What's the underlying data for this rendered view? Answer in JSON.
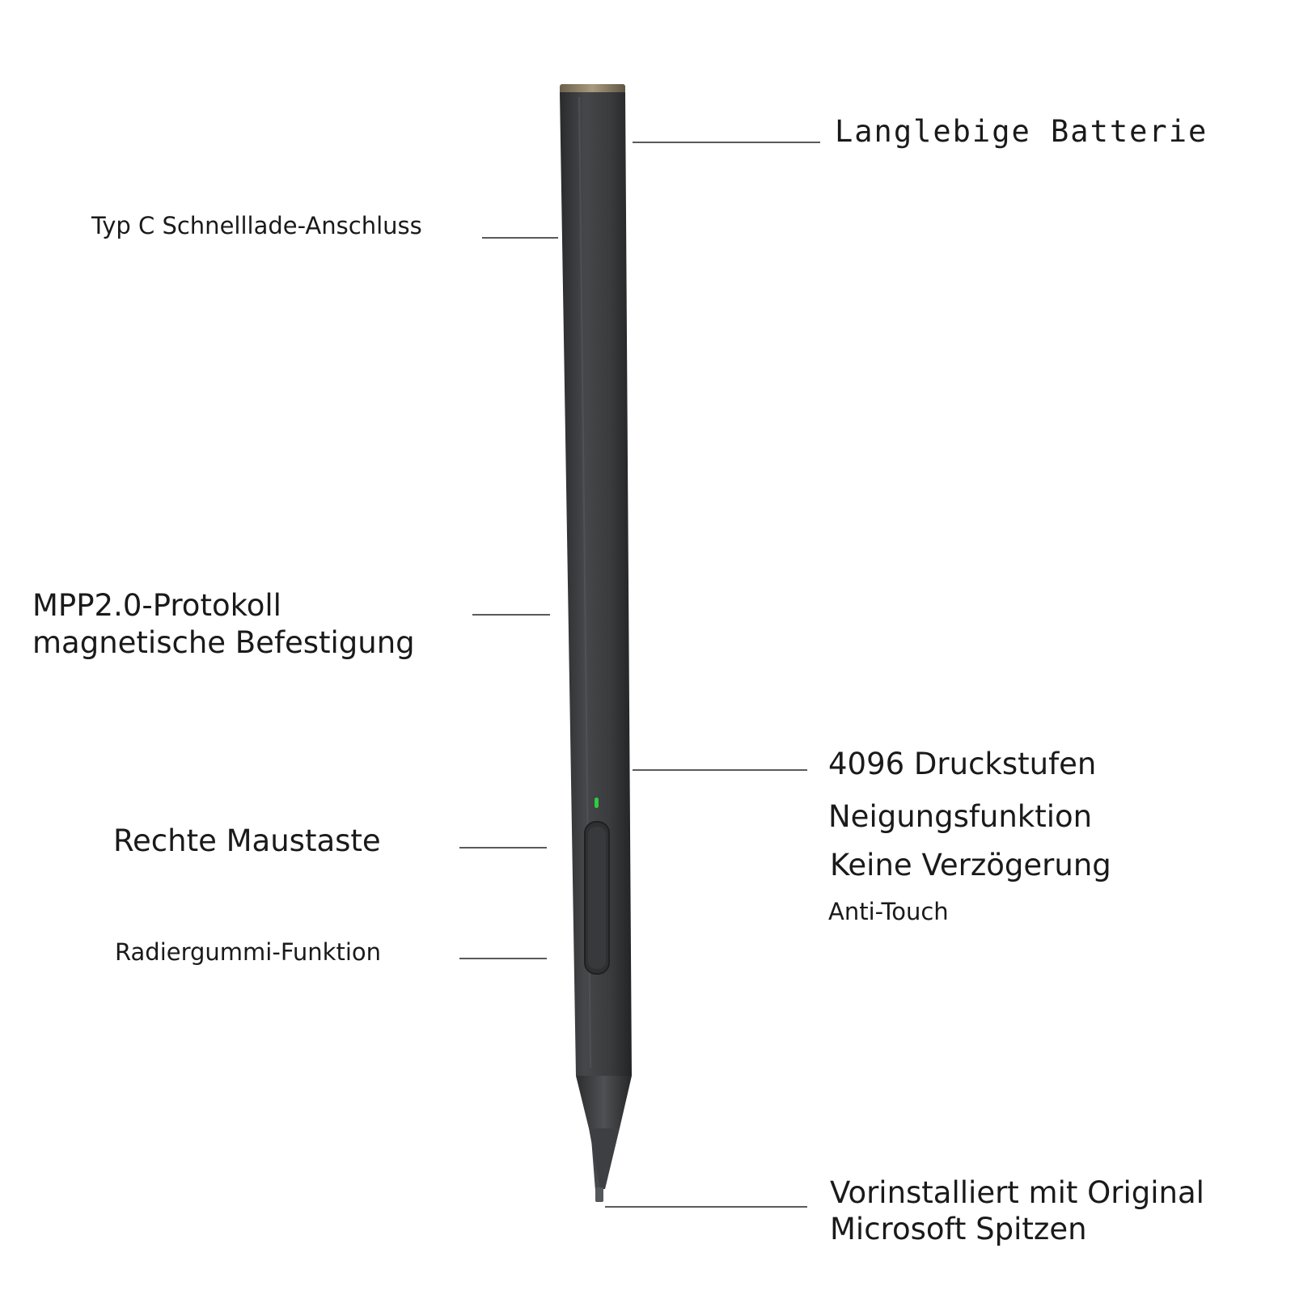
{
  "labels": {
    "battery": "Langlebige Batterie",
    "typec_port": "Typ C Schnelllade-Anschluss",
    "mpp_line1": "MPP2.0-Protokoll",
    "mpp_line2": "magnetische Befestigung",
    "pressure": "4096 Druckstufen",
    "tilt": "Neigungsfunktion",
    "latency": "Keine Verzögerung",
    "anti_touch": "Anti-Touch",
    "right_click": "Rechte Maustaste",
    "eraser": "Radiergummi-Funktion",
    "tips_line1": "Vorinstalliert mit Original",
    "tips_line2": "Microsoft Spitzen"
  },
  "colors": {
    "background": "#ffffff",
    "pen_body": "#3b3c3e",
    "pen_cap": "#8a7d66",
    "led": "#2ecc40",
    "leader_line": "#5a5a5a",
    "text": "#1a1a1a"
  },
  "icons": {
    "led": "green-led-indicator",
    "side_button": "side-button"
  }
}
